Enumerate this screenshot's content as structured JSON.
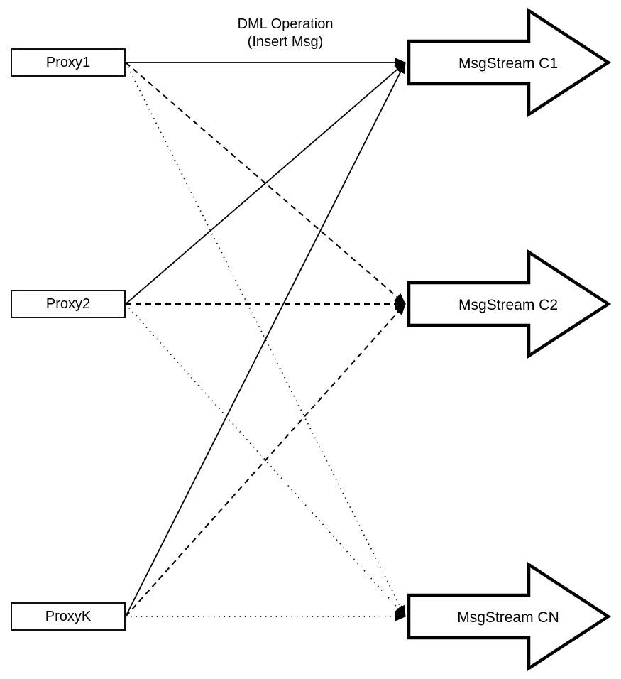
{
  "annotation": {
    "line1": "DML Operation",
    "line2": "(Insert Msg)"
  },
  "proxies": [
    {
      "id": "proxy1",
      "label": "Proxy1"
    },
    {
      "id": "proxy2",
      "label": "Proxy2"
    },
    {
      "id": "proxyK",
      "label": "ProxyK"
    }
  ],
  "streams": [
    {
      "id": "c1",
      "label": "MsgStream C1"
    },
    {
      "id": "c2",
      "label": "MsgStream C2"
    },
    {
      "id": "cn",
      "label": "MsgStream CN"
    }
  ],
  "edges": [
    {
      "from": "proxy1",
      "to": "c1",
      "style": "solid"
    },
    {
      "from": "proxy1",
      "to": "c2",
      "style": "dashed"
    },
    {
      "from": "proxy1",
      "to": "cn",
      "style": "dotted"
    },
    {
      "from": "proxy2",
      "to": "c1",
      "style": "solid"
    },
    {
      "from": "proxy2",
      "to": "c2",
      "style": "dashed"
    },
    {
      "from": "proxy2",
      "to": "cn",
      "style": "dotted"
    },
    {
      "from": "proxyK",
      "to": "c1",
      "style": "solid"
    },
    {
      "from": "proxyK",
      "to": "c2",
      "style": "dashed"
    },
    {
      "from": "proxyK",
      "to": "cn",
      "style": "dotted"
    }
  ],
  "colors": {
    "line": "#000000",
    "shape_fill": "#ffffff",
    "background": "#ffffff"
  }
}
